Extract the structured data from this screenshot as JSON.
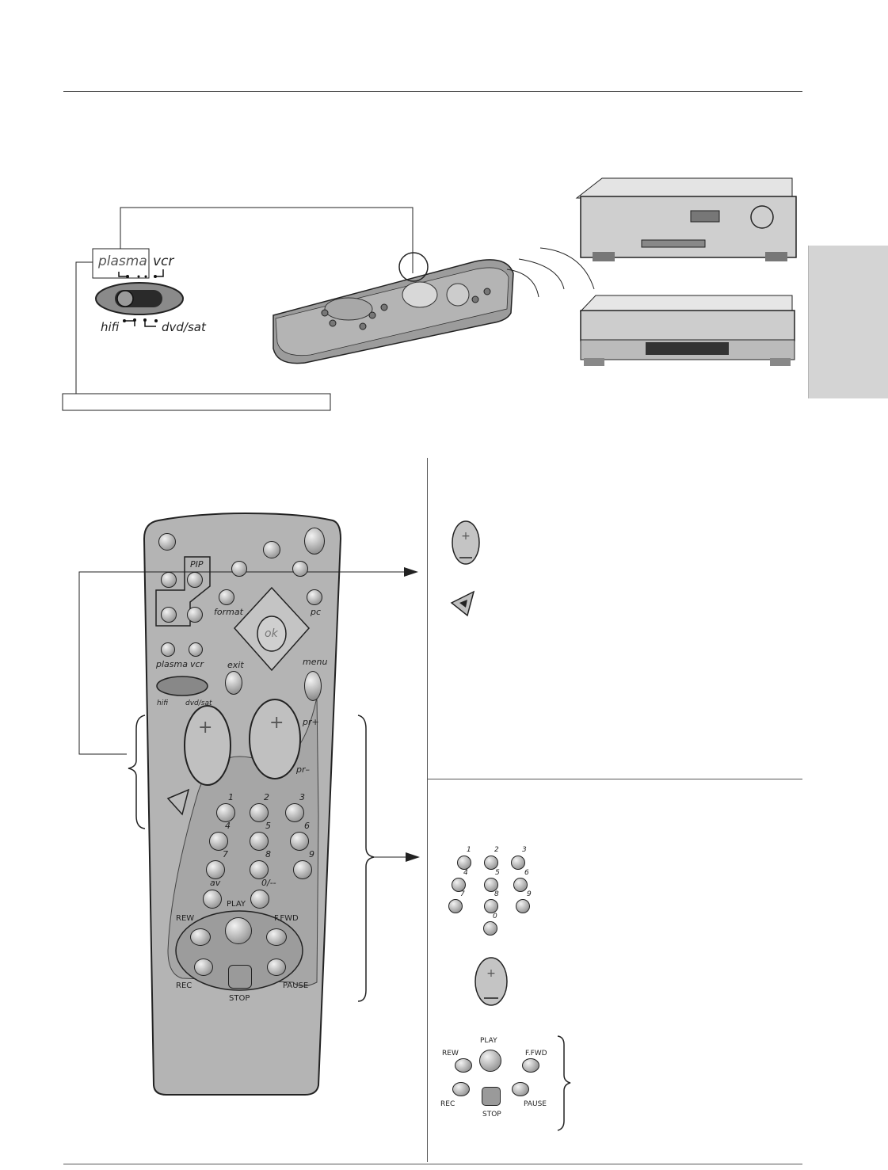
{
  "selector": {
    "plasma": "plasma",
    "vcr": "vcr",
    "hifi": "hifi",
    "dvd_sat": "dvd/sat"
  },
  "remote": {
    "pip": "PIP",
    "format": "format",
    "pc": "pc",
    "ok": "ok",
    "exit": "exit",
    "menu": "menu",
    "plasma": "plasma",
    "vcr": "vcr",
    "hifi": "hifi",
    "dvd_sat": "dvd/sat",
    "pr_plus": "pr+",
    "pr_minus": "pr–",
    "digits": [
      "1",
      "2",
      "3",
      "4",
      "5",
      "6",
      "7",
      "8",
      "9"
    ],
    "av": "av",
    "zero": "0/--",
    "play": "PLAY",
    "rew": "REW",
    "ffwd": "F.FWD",
    "rec": "REC",
    "stop": "STOP",
    "pause": "PAUSE"
  },
  "keypad": {
    "digits": [
      "1",
      "2",
      "3",
      "4",
      "5",
      "6",
      "7",
      "8",
      "9",
      "0"
    ]
  },
  "transport": {
    "play": "PLAY",
    "rew": "REW",
    "ffwd": "F.FWD",
    "rec": "REC",
    "stop": "STOP",
    "pause": "PAUSE"
  },
  "colors": {
    "page": "#ffffff",
    "remote_body": "#b0b0b0",
    "side_tab": "#d4d4d4"
  }
}
